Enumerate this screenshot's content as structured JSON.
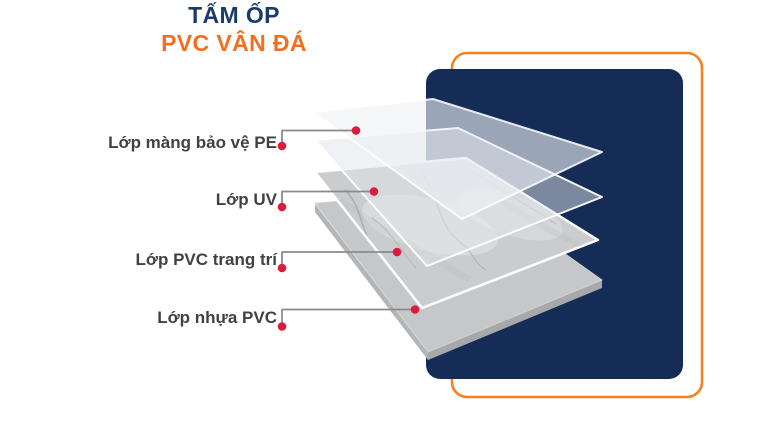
{
  "title": {
    "line1": "TẤM ỐP",
    "line2": "PVC VÂN ĐÁ"
  },
  "layers": [
    {
      "label": "Lớp màng bảo vệ PE"
    },
    {
      "label": "Lớp UV"
    },
    {
      "label": "Lớp PVC trang trí"
    },
    {
      "label": "Lớp nhựa PVC"
    }
  ],
  "colors": {
    "panel_navy": "#142C56",
    "frame_orange": "#F58220",
    "title_navy": "#1B3B6B",
    "title_orange": "#F26E21",
    "marker_red": "#DD1B3D",
    "connector_gray": "#8A8A8A",
    "marble_gray": "#CBCCCE",
    "base_gray": "#C6C7C9"
  }
}
